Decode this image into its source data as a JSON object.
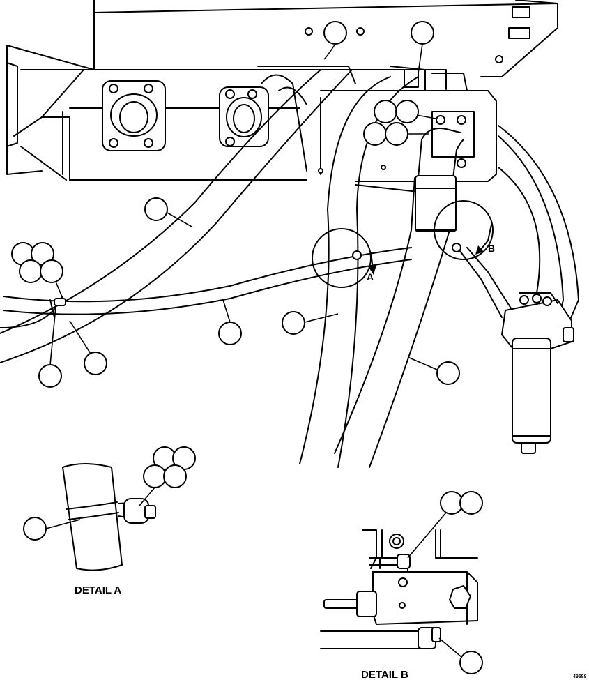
{
  "details": {
    "a_marker": "A",
    "b_marker": "B",
    "a_caption": "DETAIL A",
    "b_caption": "DETAIL B"
  },
  "figure_number": "49588"
}
